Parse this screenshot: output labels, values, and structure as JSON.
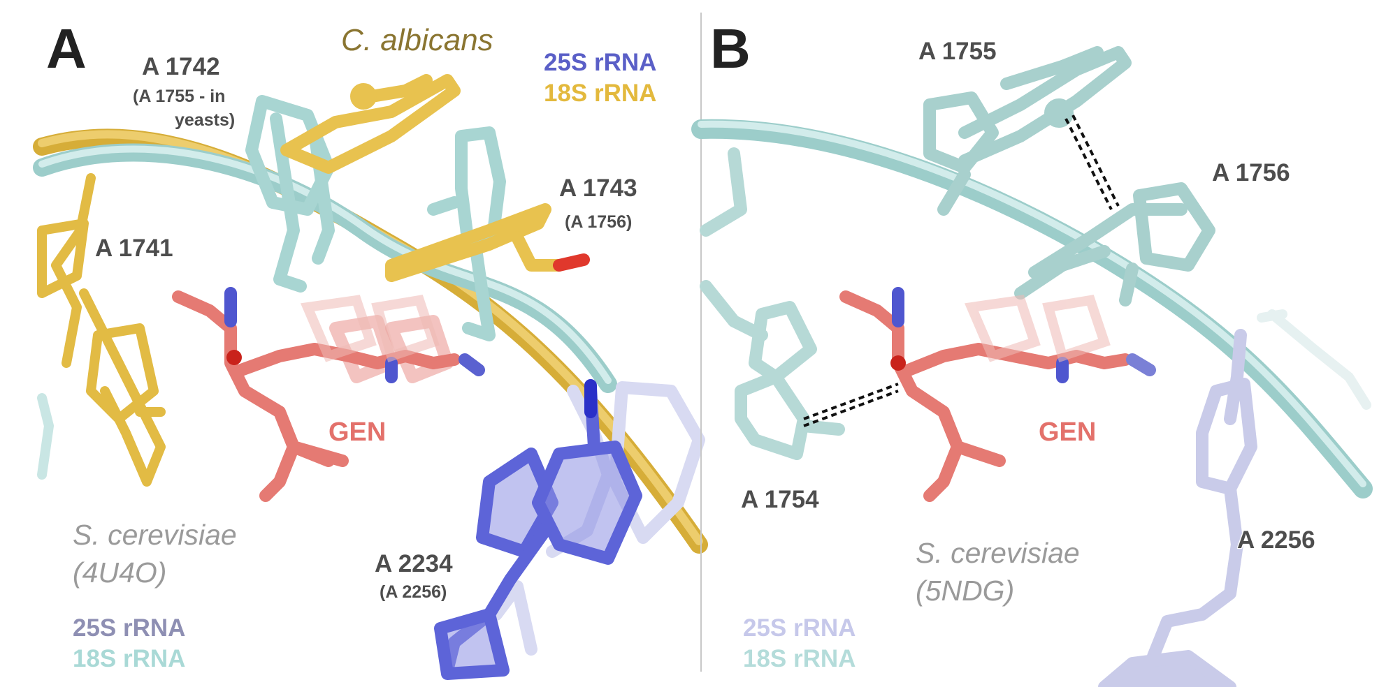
{
  "panel_a": {
    "letter": "A",
    "species_top": "C. albicans",
    "legend_top": {
      "rrna_25s": "25S rRNA",
      "rrna_18s": "18S rRNA"
    },
    "labels": {
      "a1742": "A 1742",
      "a1742_note_1": "(A 1755 - in",
      "a1742_note_2": "yeasts)",
      "a1743": "A 1743",
      "a1743_note": "(A 1756)",
      "a1741": "A 1741",
      "a2234": "A 2234",
      "a2234_note": "(A 2256)",
      "gen": "GEN"
    },
    "species_bottom_1": "S. cerevisiae",
    "species_bottom_2": "(4U4O)",
    "legend_bottom": {
      "rrna_25s": "25S rRNA",
      "rrna_18s": "18S rRNA"
    }
  },
  "panel_b": {
    "letter": "B",
    "labels": {
      "a1755": "A 1755",
      "a1756": "A 1756",
      "a1754": "A 1754",
      "a2256": "A 2256",
      "gen": "GEN"
    },
    "species_bottom_1": "S. cerevisiae",
    "species_bottom_2": "(5NDG)",
    "legend_bottom": {
      "rrna_25s": "25S rRNA",
      "rrna_18s": "18S rRNA"
    }
  },
  "colors": {
    "gold": "#e8c24f",
    "cyan": "#b4dcda",
    "blue": "#5d64d8",
    "lavender": "#c9cbe9",
    "salmon": "#e3716b",
    "species_gold": "#8a7531",
    "legend_blue": "#5a5fc7",
    "legend_gold": "#e3b93d",
    "legend_gray_blue": "#8e8fb3",
    "legend_teal": "#a9d9d6"
  }
}
